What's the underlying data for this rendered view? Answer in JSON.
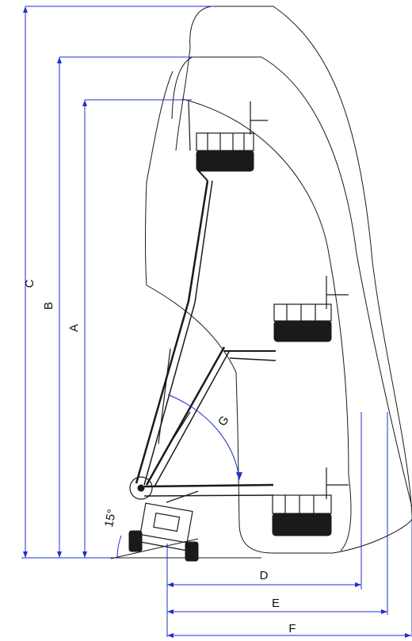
{
  "diagram": {
    "labels": {
      "A": "A",
      "B": "B",
      "C": "C",
      "D": "D",
      "E": "E",
      "F": "F",
      "G": "G",
      "angle": "15°"
    },
    "colors": {
      "dimension": "#1f2fd0",
      "outline": "#1a1a1a"
    }
  }
}
